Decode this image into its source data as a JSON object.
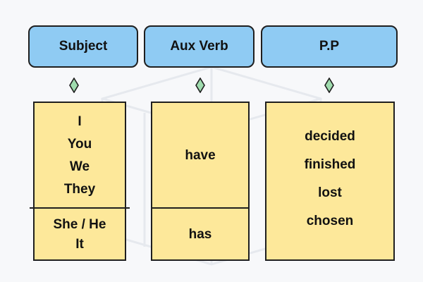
{
  "headers": {
    "subject": "Subject",
    "aux_verb": "Aux Verb",
    "pp": "P.P"
  },
  "subject_column": {
    "group_1": [
      "I",
      "You",
      "We",
      "They"
    ],
    "group_2": [
      "She / He",
      "It"
    ]
  },
  "aux_column": {
    "group_1": "have",
    "group_2": "has"
  },
  "pp_column": {
    "words": [
      "decided",
      "finished",
      "lost",
      "chosen"
    ]
  },
  "colors": {
    "header_fill": "#8fcbf3",
    "box_fill": "#fde89a",
    "connector_fill": "#9fdcae",
    "border": "#1f1f1f",
    "background": "#f7f8fa"
  }
}
